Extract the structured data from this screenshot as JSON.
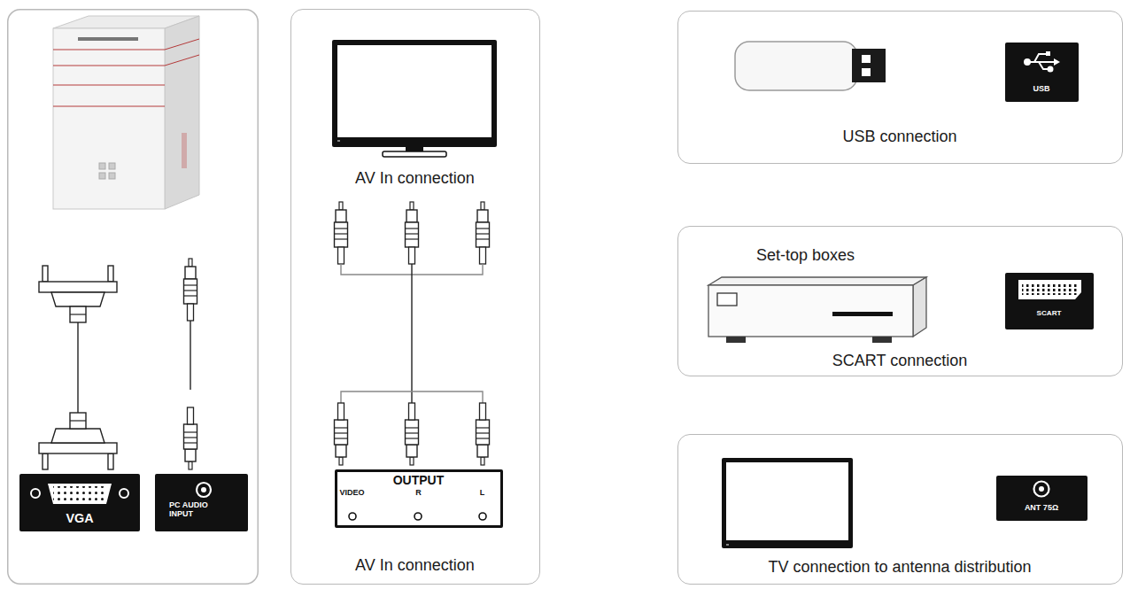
{
  "diagram": {
    "nodes": [
      {
        "text": [
          "VGA"
        ]
      },
      {
        "text": [
          "PC AUDIO INPUT"
        ]
      },
      {
        "text": [
          "AV In connection",
          "AV In connection"
        ]
      },
      {
        "text": [
          "OUTPUT",
          "VIDEO",
          "R",
          "L"
        ],
        "in": 2
      },
      {
        "text": [
          "USB connection"
        ]
      },
      {
        "text": [
          "USB"
        ],
        "in": 4
      },
      {
        "text": [
          "Set-top boxes",
          "SCART connection"
        ]
      },
      {
        "text": [
          "SCART"
        ],
        "in": 6
      },
      {
        "text": [
          "TV connection to antenna distribution"
        ]
      },
      {
        "text": [
          "ANT 75Ω"
        ],
        "in": 8
      }
    ]
  }
}
